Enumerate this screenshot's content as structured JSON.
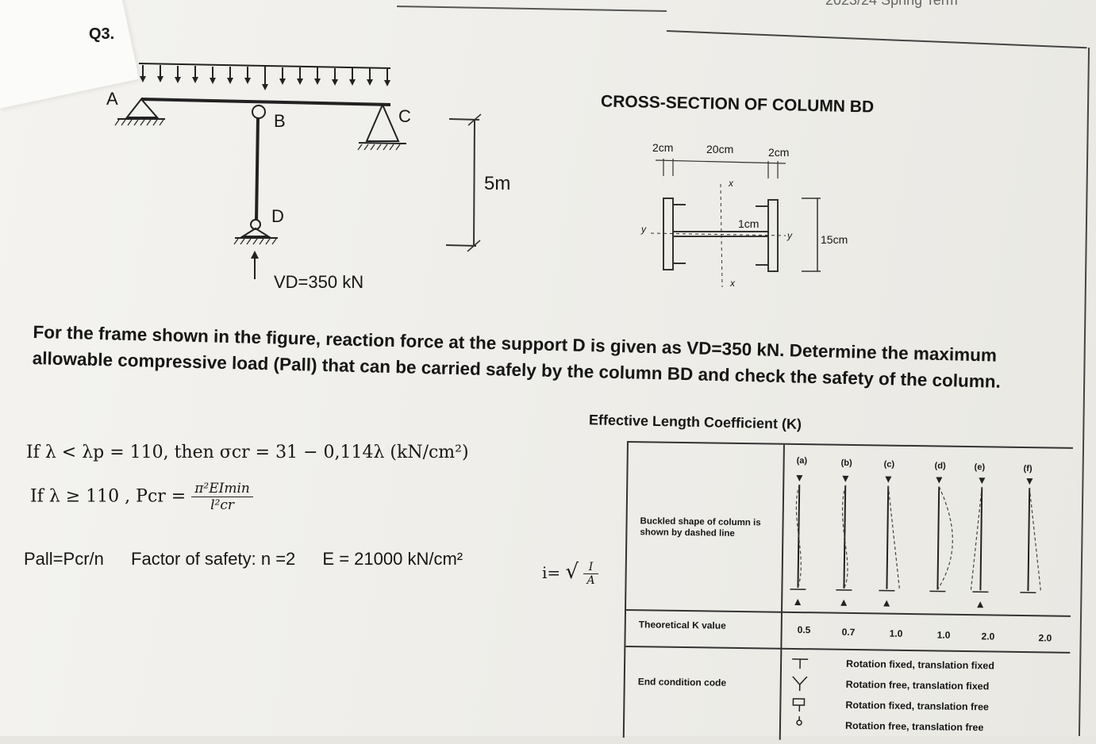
{
  "header": {
    "question_label": "Q3.",
    "term_text": "2023/24 Spring Term"
  },
  "frame_figure": {
    "point_a": "A",
    "point_b": "B",
    "point_c": "C",
    "point_d": "D",
    "height_dim": "5m",
    "reaction_label": "VD=350 kN"
  },
  "cross_section": {
    "title": "CROSS-SECTION OF COLUMN BD",
    "dim_left": "2cm",
    "dim_middle": "20cm",
    "dim_right": "2cm",
    "web_thickness": "1cm",
    "height": "15cm",
    "axis_x": "x",
    "axis_y": "y"
  },
  "problem_text": "For the frame shown in the figure, reaction force at the support D is given as VD=350 kN. Determine the maximum allowable compressive load (Pall) that can be carried safely by the column BD and check the safety of the column.",
  "formulas": {
    "line1": "If λ < λp = 110, then σcr = 31 − 0,114λ (kN/cm²)",
    "line2_prefix": "If λ ≥ 110 , Pcr =",
    "line2_num": "π²EImin",
    "line2_den": "l²cr",
    "pall": "Pall=Pcr/n",
    "factor": "Factor of safety: n =2",
    "modulus": "E = 21000 kN/cm²",
    "radius_prefix": "i=",
    "radius_num": "I",
    "radius_den": "A"
  },
  "k_table": {
    "title": "Effective Length Coefficient (K)",
    "columns": [
      "(a)",
      "(b)",
      "(c)",
      "(d)",
      "(e)",
      "(f)"
    ],
    "buckled_label": "Buckled shape of column is shown by dashed line",
    "theoretical_label": "Theoretical K value",
    "theoretical_values": [
      "0.5",
      "0.7",
      "1.0",
      "1.0",
      "2.0",
      "2.0"
    ],
    "end_condition_label": "End condition code",
    "legend": [
      "Rotation fixed, translation fixed",
      "Rotation free, translation fixed",
      "Rotation fixed, translation free",
      "Rotation free, translation free"
    ]
  }
}
